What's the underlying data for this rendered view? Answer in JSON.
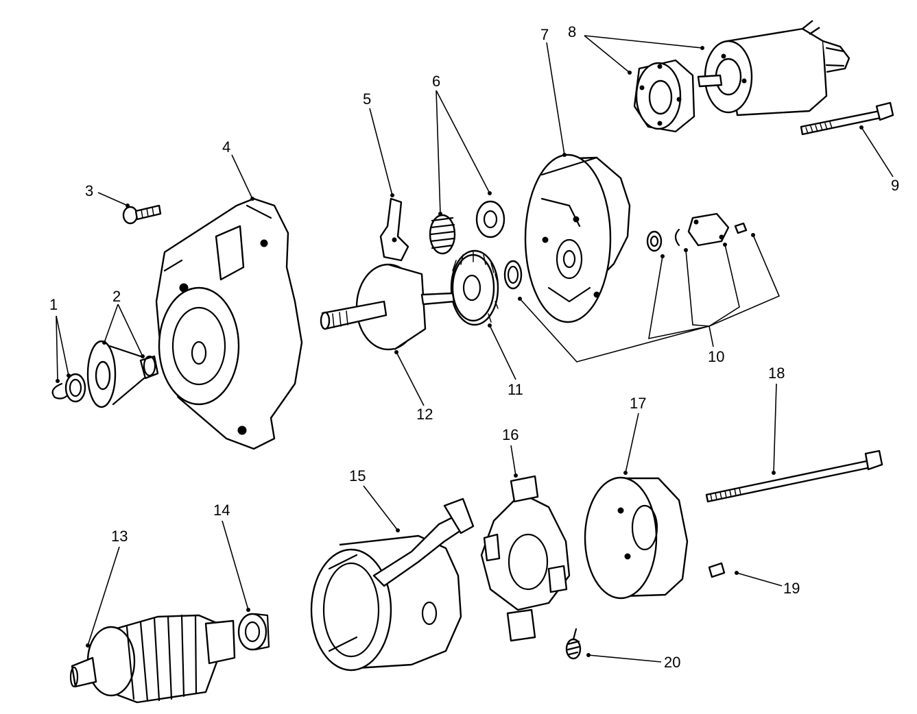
{
  "diagram": {
    "callouts": [
      {
        "id": 1,
        "label": "1"
      },
      {
        "id": 2,
        "label": "2"
      },
      {
        "id": 3,
        "label": "3"
      },
      {
        "id": 4,
        "label": "4"
      },
      {
        "id": 5,
        "label": "5"
      },
      {
        "id": 6,
        "label": "6"
      },
      {
        "id": 7,
        "label": "7"
      },
      {
        "id": 8,
        "label": "8"
      },
      {
        "id": 9,
        "label": "9"
      },
      {
        "id": 10,
        "label": "10"
      },
      {
        "id": 11,
        "label": "11"
      },
      {
        "id": 12,
        "label": "12"
      },
      {
        "id": 13,
        "label": "13"
      },
      {
        "id": 14,
        "label": "14"
      },
      {
        "id": 15,
        "label": "15"
      },
      {
        "id": 16,
        "label": "16"
      },
      {
        "id": 17,
        "label": "17"
      },
      {
        "id": 18,
        "label": "18"
      },
      {
        "id": 19,
        "label": "19"
      },
      {
        "id": 20,
        "label": "20"
      }
    ]
  }
}
